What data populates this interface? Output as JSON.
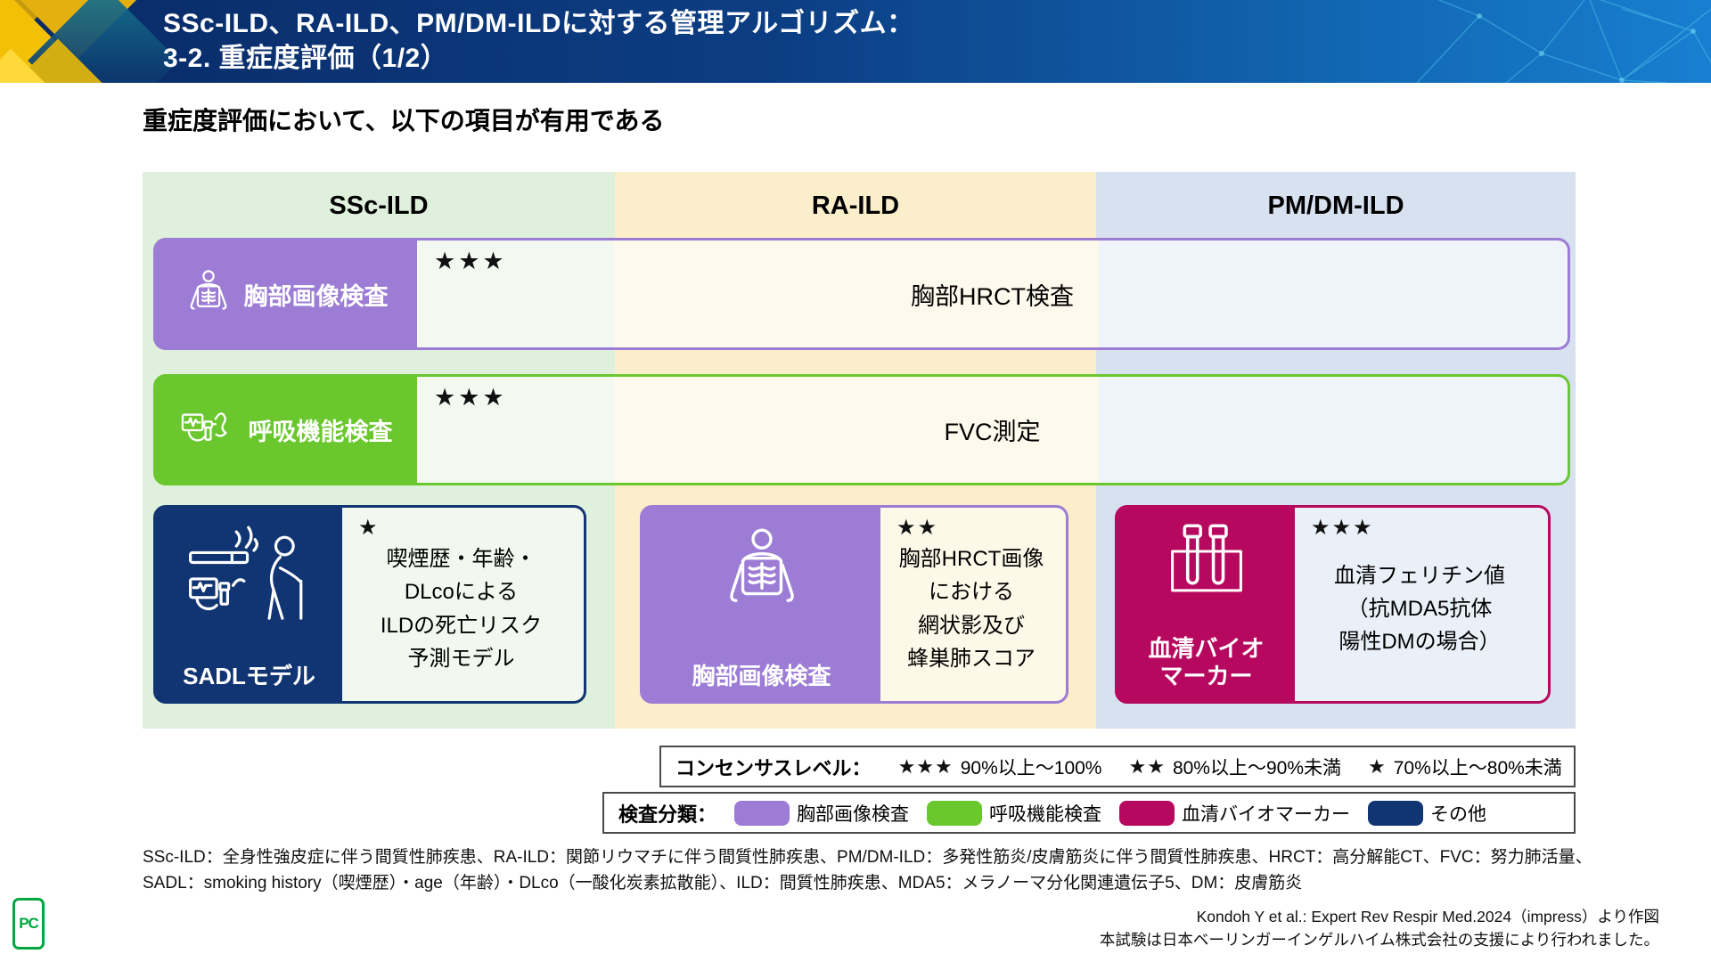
{
  "header": {
    "title_line1": "SSc-ILD、RA-ILD、PM/DM-ILDに対する管理アルゴリズム：",
    "title_line2": "3-2. 重症度評価（1/2）"
  },
  "subtitle": "重症度評価において、以下の項目が有用である",
  "columns": [
    {
      "label": "SSc-ILD",
      "bg": "#dff0dc"
    },
    {
      "label": "RA-ILD",
      "bg": "#fbeecb"
    },
    {
      "label": "PM/DM-ILD",
      "bg": "#d8e1f0"
    }
  ],
  "category_colors": {
    "imaging": "#9c7cd5",
    "pulmonary_function": "#6bc72e",
    "serum_biomarker": "#b7085f",
    "other": "#103572"
  },
  "row1": {
    "category": "胸部画像検査",
    "icon": "chest-xray-icon",
    "color": "#9c7cd5",
    "stars": "★★★",
    "content": "胸部HRCT検査"
  },
  "row2": {
    "category": "呼吸機能検査",
    "icon": "spirometry-icon",
    "color": "#6bc72e",
    "stars": "★★★",
    "content": "FVC測定"
  },
  "row3": [
    {
      "category": "SADLモデル",
      "icon": "smoking-age-dlco-icon",
      "color": "#103572",
      "stars": "★",
      "content": "喫煙歴・年齢・\nDLcoによる\nILDの死亡リスク\n予測モデル"
    },
    {
      "category": "胸部画像検査",
      "icon": "chest-xray-icon",
      "color": "#9c7cd5",
      "stars": "★★",
      "content": "胸部HRCT画像\nにおける\n網状影及び\n蜂巣肺スコア"
    },
    {
      "category": "血清バイオ\nマーカー",
      "icon": "test-tubes-icon",
      "color": "#b7085f",
      "stars": "★★★",
      "content": "血清フェリチン値\n（抗MDA5抗体\n陽性DMの場合）"
    }
  ],
  "legend_consensus": {
    "label": "コンセンサスレベル：",
    "items": [
      {
        "stars": "★★★",
        "text": "90%以上～100%"
      },
      {
        "stars": "★★",
        "text": "80%以上～90%未満"
      },
      {
        "stars": "★",
        "text": "70%以上～80%未満"
      }
    ]
  },
  "legend_category": {
    "label": "検査分類：",
    "items": [
      {
        "color": "#9c7cd5",
        "text": "胸部画像検査"
      },
      {
        "color": "#6bc72e",
        "text": "呼吸機能検査"
      },
      {
        "color": "#b7085f",
        "text": "血清バイオマーカー"
      },
      {
        "color": "#103572",
        "text": "その他"
      }
    ]
  },
  "footnotes": {
    "line1": "SSc-ILD：全身性強皮症に伴う間質性肺疾患、RA-ILD：関節リウマチに伴う間質性肺疾患、PM/DM-ILD：多発性筋炎/皮膚筋炎に伴う間質性肺疾患、HRCT：高分解能CT、FVC：努力肺活量、",
    "line2": "SADL：smoking history（喫煙歴）・age（年齢）・DLco（一酸化炭素拡散能）、ILD：間質性肺疾患、MDA5：メラノーマ分化関連遺伝子5、DM：皮膚筋炎"
  },
  "citations": {
    "line1": "Kondoh Y et al.: Expert Rev Respir Med.2024（impress）より作図",
    "line2": "本試験は日本ベーリンガーインゲルハイム株式会社の支援により行われました。"
  },
  "logo_text": "PC"
}
